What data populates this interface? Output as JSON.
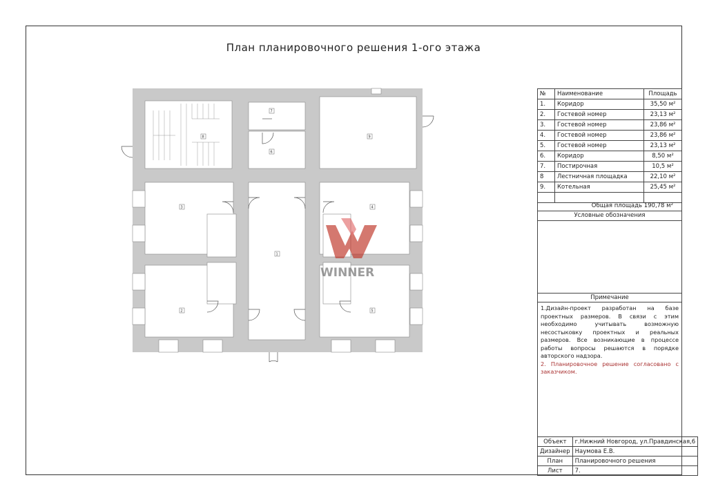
{
  "title": "План планировочного решения 1-ого этажа",
  "watermark": {
    "text": "WINNER",
    "logo_color": "#c0392b"
  },
  "room_labels": [
    "1",
    "2",
    "3",
    "4",
    "5",
    "6",
    "7",
    "8",
    "9"
  ],
  "legend": {
    "headers": {
      "num": "№",
      "name": "Наименование",
      "area": "Площадь"
    },
    "rows": [
      {
        "num": "1.",
        "name": "Коридор",
        "area": "35,50",
        "unit": "м²"
      },
      {
        "num": "2.",
        "name": "Гостевой номер",
        "area": "23,13",
        "unit": "м²"
      },
      {
        "num": "3.",
        "name": "Гостевой номер",
        "area": "23,86",
        "unit": "м²"
      },
      {
        "num": "4.",
        "name": "Гостевой номер",
        "area": "23,86",
        "unit": "м²"
      },
      {
        "num": "5.",
        "name": "Гостевой номер",
        "area": "23,13",
        "unit": "м²"
      },
      {
        "num": "6.",
        "name": "Коридор",
        "area": "8,50",
        "unit": "м²"
      },
      {
        "num": "7.",
        "name": "Постирочная",
        "area": "10,5",
        "unit": "м²"
      },
      {
        "num": "8",
        "name": "Лестничная площадка",
        "area": "22,10",
        "unit": "м²"
      },
      {
        "num": "9.",
        "name": "Котельная",
        "area": "25,45",
        "unit": "м²"
      }
    ],
    "total": "Общая площадь 190,78 м²",
    "symbols_title": "Условные обозначения"
  },
  "notes": {
    "title": "Примечание",
    "note1": "1.Дизайн-проект разработан на базе проектных размеров. В связи с этим необходимо учитывать возможную несостыковку проектных и реальных размеров. Все возникающие в процессе работы вопросы решаются в порядке авторского надзора.",
    "note2": "2. Планировочное решение согласовано с заказчиком."
  },
  "stamp": {
    "object_label": "Объект",
    "object_value": "г.Нижний Новгород, ул.Правдинская,6",
    "designer_label": "Дизайнер",
    "designer_value": "Наумова Е.В.",
    "plan_label": "План",
    "plan_value": "Планировочного решения",
    "sheet_label": "Лист",
    "sheet_value": "7."
  }
}
